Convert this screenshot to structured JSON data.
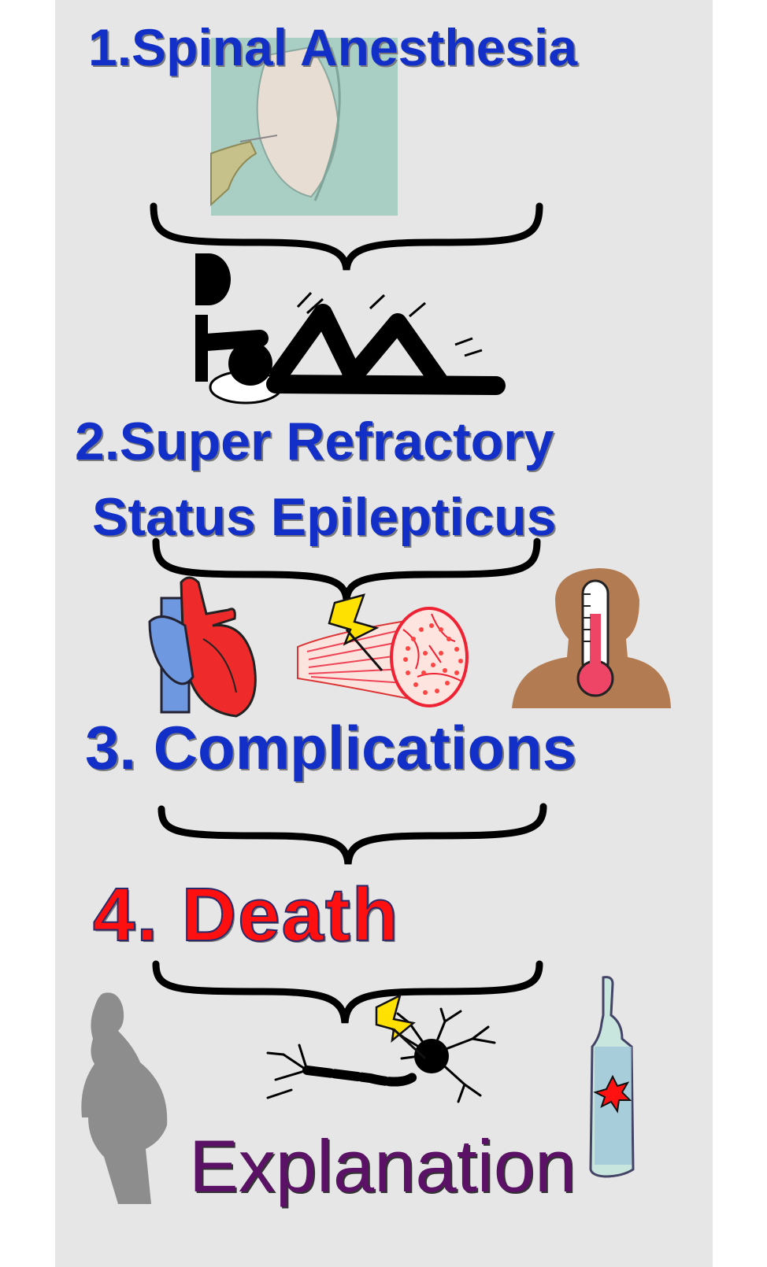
{
  "steps": {
    "step1": "1.Spinal Anesthesia",
    "step2_line1": "2.Super Refractory",
    "step2_line2": "Status Epilepticus",
    "step3": "3. Complications",
    "step4": "4. Death",
    "step5": "Explanation"
  },
  "colors": {
    "step_blue": "#1230c8",
    "death_red": "#ff1010",
    "explanation_purple": "#5a1166",
    "panel_gray": "#e6e6e6"
  },
  "icons": [
    "spinal-needle-icon",
    "seizure-figure-icon",
    "heart-icon",
    "lightning-icon",
    "muscle-fiber-icon",
    "fever-head-icon",
    "pregnant-woman-icon",
    "neuron-icon",
    "ampoule-icon"
  ]
}
